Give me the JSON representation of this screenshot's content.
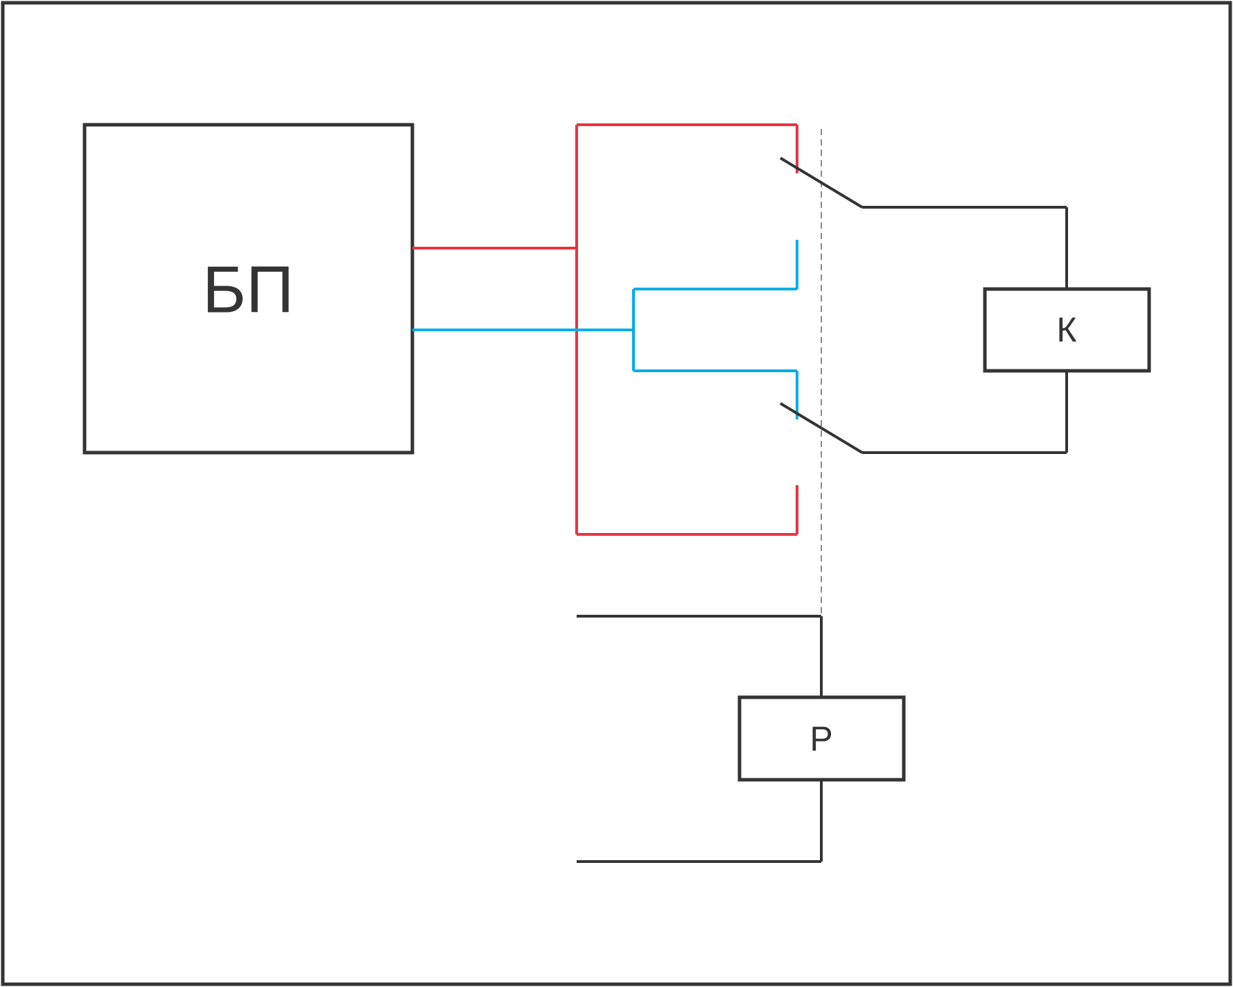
{
  "diagram": {
    "power_supply_label": "БП",
    "contactor_label": "К",
    "relay_label": "Р"
  },
  "colors": {
    "positive_wire": "#e8333f",
    "negative_wire": "#00aee8",
    "line": "#343434",
    "mechanical_link": "#8a8a8a"
  }
}
